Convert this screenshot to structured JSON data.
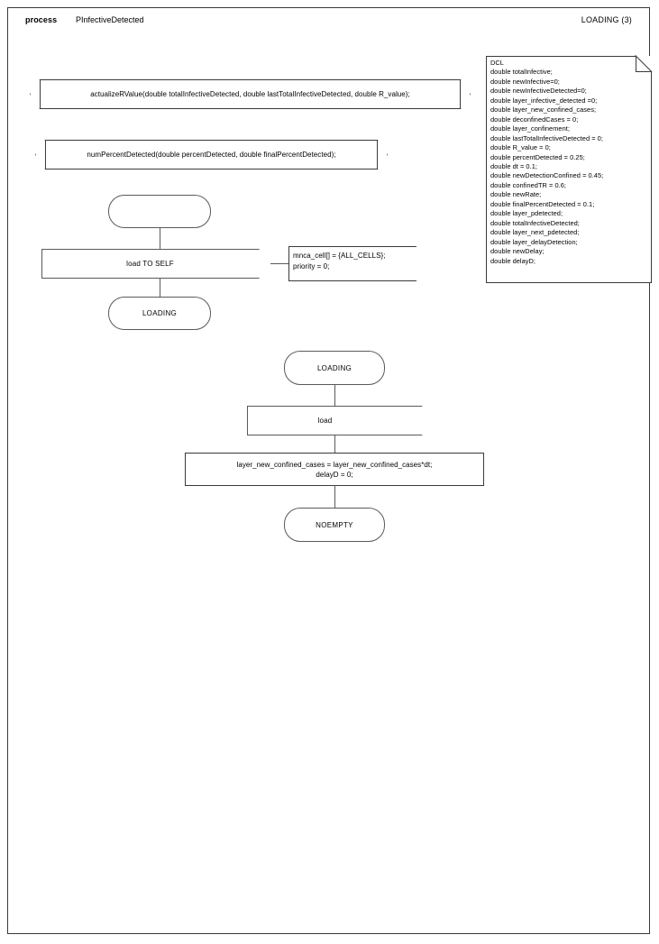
{
  "header": {
    "keyword": "process",
    "process_name": "PInfectiveDetected",
    "page_label": "LOADING (3)"
  },
  "declarations": {
    "dcl_block": "DCL\ndouble totalInfective;\ndouble newInfective=0;\ndouble newInfectiveDetected=0;\ndouble layer_infective_detected =0;\ndouble layer_new_confined_cases;\ndouble deconfinedCases = 0;\ndouble layer_confinement;\ndouble lastTotalInfectiveDetected = 0;\ndouble R_value = 0;\ndouble percentDetected = 0.25;\ndouble dt = 0.1;\ndouble newDetectionConfined = 0.45;\ndouble confinedTR = 0.6;\ndouble newRate;\ndouble finalPercentDetected = 0.1;\ndouble layer_pdetected;\ndouble totalInfectiveDetected;\ndouble layer_next_pdetected;\ndouble layer_delayDetection;\ndouble newDelay;\ndouble delayD;",
    "dcl_keyword": "DCL",
    "variables": [
      "double totalInfective;",
      "double newInfective=0;",
      "double newInfectiveDetected=0;",
      "double layer_infective_detected =0;",
      "double layer_new_confined_cases;",
      "double deconfinedCases = 0;",
      "double layer_confinement;",
      "double lastTotalInfectiveDetected = 0;",
      "double R_value = 0;",
      "double percentDetected = 0.25;",
      "double dt = 0.1;",
      "double newDetectionConfined = 0.45;",
      "double confinedTR = 0.6;",
      "double newRate;",
      "double finalPercentDetected = 0.1;",
      "double layer_pdetected;",
      "double totalInfectiveDetected;",
      "double layer_next_pdetected;",
      "double layer_delayDetection;",
      "double newDelay;",
      "double delayD;"
    ]
  },
  "procedures": [
    {
      "signature": "actualizeRValue(double totalInfectiveDetected, double lastTotalInfectiveDetected, double R_value);"
    },
    {
      "signature": "numPercentDetected(double percentDetected, double finalPercentDetected);"
    }
  ],
  "flow_a": {
    "start_state": "",
    "output_signal": "load TO SELF",
    "next_state": "LOADING",
    "comment": "mnca_cell[] = {ALL_CELLS};\npriority = 0;"
  },
  "flow_b": {
    "state": "LOADING",
    "input_signal": "load",
    "task": "layer_new_confined_cases = layer_new_confined_cases*dt;\ndelayD = 0;",
    "task_line_1": "layer_new_confined_cases = layer_new_confined_cases*dt;",
    "task_line_2": "delayD = 0;",
    "next_state": "NOEMPTY"
  }
}
